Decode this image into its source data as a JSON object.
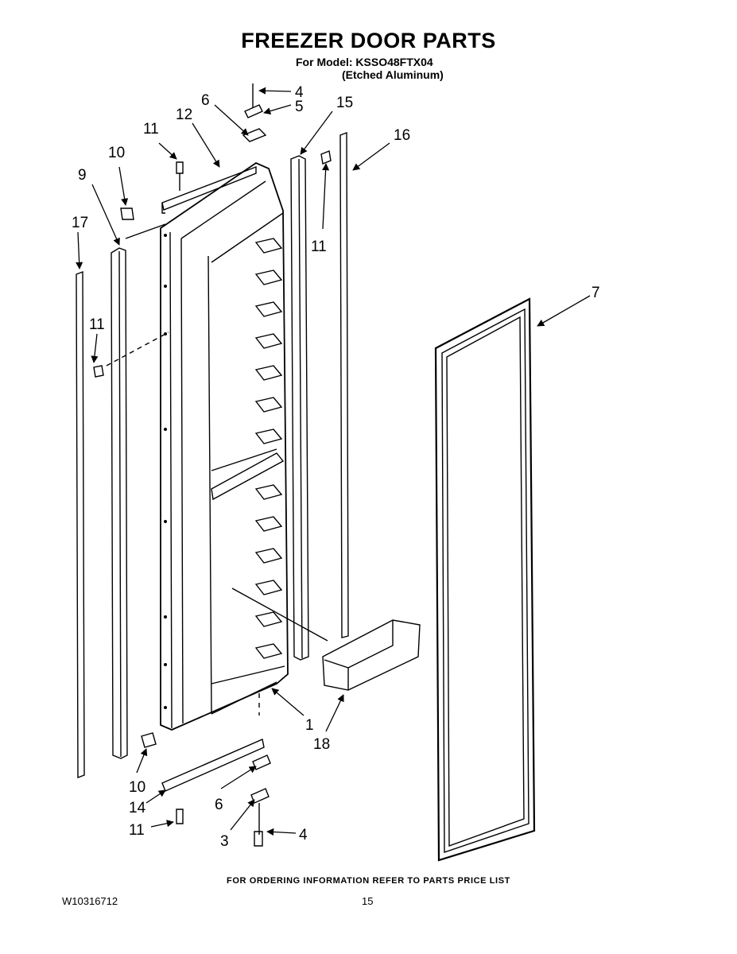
{
  "header": {
    "title": "FREEZER DOOR PARTS",
    "model_line": "For Model: KSSO48FTX04",
    "finish_line": "(Etched Aluminum)"
  },
  "callouts": [
    {
      "id": "c4a",
      "label": "4"
    },
    {
      "id": "c5",
      "label": "5"
    },
    {
      "id": "c6a",
      "label": "6"
    },
    {
      "id": "c12",
      "label": "12"
    },
    {
      "id": "c11a",
      "label": "11"
    },
    {
      "id": "c10a",
      "label": "10"
    },
    {
      "id": "c9",
      "label": "9"
    },
    {
      "id": "c17",
      "label": "17"
    },
    {
      "id": "c11b",
      "label": "11"
    },
    {
      "id": "c15",
      "label": "15"
    },
    {
      "id": "c16",
      "label": "16"
    },
    {
      "id": "c11c",
      "label": "11"
    },
    {
      "id": "c7",
      "label": "7"
    },
    {
      "id": "c1",
      "label": "1"
    },
    {
      "id": "c18",
      "label": "18"
    },
    {
      "id": "c10b",
      "label": "10"
    },
    {
      "id": "c14",
      "label": "14"
    },
    {
      "id": "c6b",
      "label": "6"
    },
    {
      "id": "c11d",
      "label": "11"
    },
    {
      "id": "c3",
      "label": "3"
    },
    {
      "id": "c4b",
      "label": "4"
    }
  ],
  "footer": {
    "ordering_note": "FOR ORDERING INFORMATION REFER TO PARTS PRICE LIST",
    "document_number": "W10316712",
    "page_number": "15"
  }
}
